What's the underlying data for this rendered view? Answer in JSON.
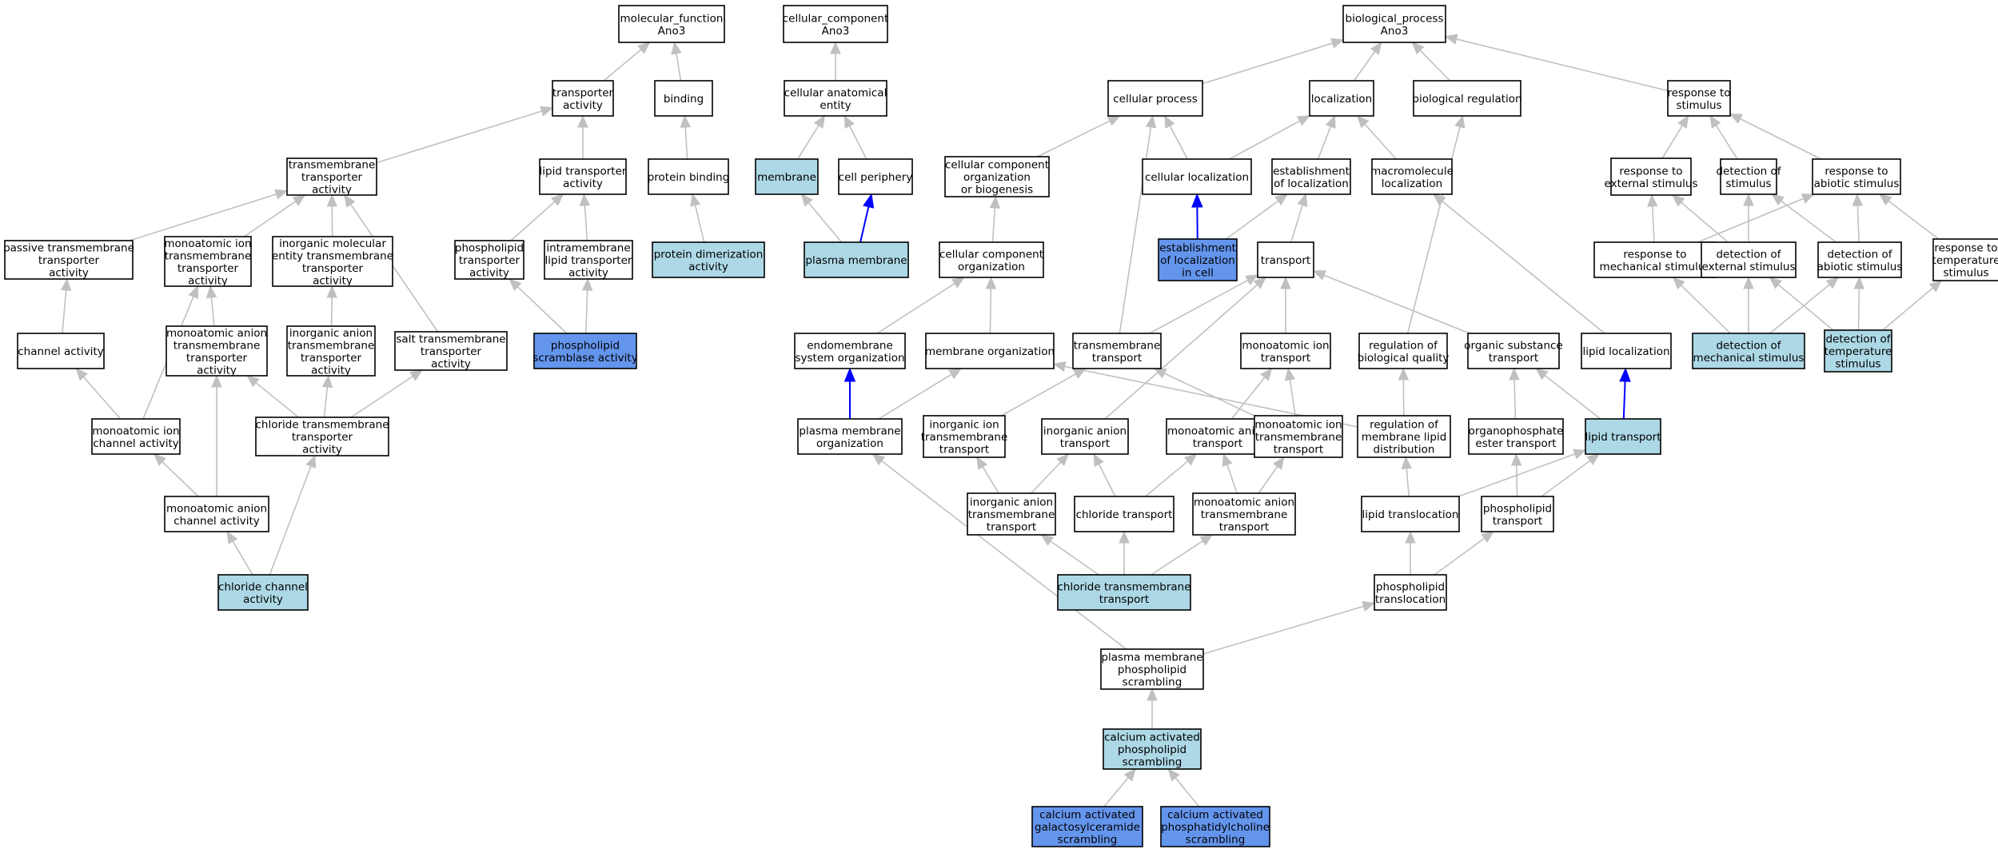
{
  "colors": {
    "plain": "#ffffff",
    "light": "#add8e6",
    "annotated": "#6495ed",
    "edge": "#c0c0c0",
    "edge_strong": "#0000ff",
    "border": "#000000"
  },
  "nodes": [
    {
      "id": "mf",
      "lines": [
        "molecular_function",
        "Ano3"
      ],
      "fill": "plain"
    },
    {
      "id": "cc",
      "lines": [
        "cellular_component",
        "Ano3"
      ],
      "fill": "plain"
    },
    {
      "id": "bp",
      "lines": [
        "biological_process",
        "Ano3"
      ],
      "fill": "plain"
    },
    {
      "id": "transporter_activity",
      "lines": [
        "transporter",
        "activity"
      ],
      "fill": "plain"
    },
    {
      "id": "binding",
      "lines": [
        "binding"
      ],
      "fill": "plain"
    },
    {
      "id": "cell_anatomical_entity",
      "lines": [
        "cellular anatomical",
        "entity"
      ],
      "fill": "plain"
    },
    {
      "id": "cellular_process",
      "lines": [
        "cellular process"
      ],
      "fill": "plain"
    },
    {
      "id": "localization",
      "lines": [
        "localization"
      ],
      "fill": "plain"
    },
    {
      "id": "biological_regulation",
      "lines": [
        "biological regulation"
      ],
      "fill": "plain"
    },
    {
      "id": "response_to_stimulus",
      "lines": [
        "response to",
        "stimulus"
      ],
      "fill": "plain"
    },
    {
      "id": "tm_transporter_activity",
      "lines": [
        "transmembrane",
        "transporter",
        "activity"
      ],
      "fill": "plain"
    },
    {
      "id": "lipid_transporter_activity",
      "lines": [
        "lipid transporter",
        "activity"
      ],
      "fill": "plain"
    },
    {
      "id": "protein_binding",
      "lines": [
        "protein binding"
      ],
      "fill": "plain"
    },
    {
      "id": "membrane",
      "lines": [
        "membrane"
      ],
      "fill": "light"
    },
    {
      "id": "cell_periphery",
      "lines": [
        "cell periphery"
      ],
      "fill": "plain"
    },
    {
      "id": "cc_org_biogenesis",
      "lines": [
        "cellular component",
        "organization",
        "or biogenesis"
      ],
      "fill": "plain"
    },
    {
      "id": "cellular_localization",
      "lines": [
        "cellular localization"
      ],
      "fill": "plain"
    },
    {
      "id": "establishment_of_localization",
      "lines": [
        "establishment",
        "of localization"
      ],
      "fill": "plain"
    },
    {
      "id": "macromolecule_localization",
      "lines": [
        "macromolecule",
        "localization"
      ],
      "fill": "plain"
    },
    {
      "id": "response_external",
      "lines": [
        "response to",
        "external stimulus"
      ],
      "fill": "plain"
    },
    {
      "id": "detection_of_stimulus",
      "lines": [
        "detection of",
        "stimulus"
      ],
      "fill": "plain"
    },
    {
      "id": "response_abiotic",
      "lines": [
        "response to",
        "abiotic stimulus"
      ],
      "fill": "plain"
    },
    {
      "id": "passive_tm_transporter",
      "lines": [
        "passive transmembrane",
        "transporter",
        "activity"
      ],
      "fill": "plain"
    },
    {
      "id": "monoatomic_ion_tm_transporter",
      "lines": [
        "monoatomic ion",
        "transmembrane",
        "transporter",
        "activity"
      ],
      "fill": "plain"
    },
    {
      "id": "inorganic_molecular_tm_transporter",
      "lines": [
        "inorganic molecular",
        "entity transmembrane",
        "transporter",
        "activity"
      ],
      "fill": "plain"
    },
    {
      "id": "phospholipid_transporter_activity",
      "lines": [
        "phospholipid",
        "transporter",
        "activity"
      ],
      "fill": "plain"
    },
    {
      "id": "intramembrane_lipid_transporter",
      "lines": [
        "intramembrane",
        "lipid transporter",
        "activity"
      ],
      "fill": "plain"
    },
    {
      "id": "protein_dimerization",
      "lines": [
        "protein dimerization",
        "activity"
      ],
      "fill": "light"
    },
    {
      "id": "plasma_membrane",
      "lines": [
        "plasma membrane"
      ],
      "fill": "light"
    },
    {
      "id": "cc_organization",
      "lines": [
        "cellular component",
        "organization"
      ],
      "fill": "plain"
    },
    {
      "id": "establishment_in_cell",
      "lines": [
        "establishment",
        "of localization",
        "in cell"
      ],
      "fill": "annotated"
    },
    {
      "id": "transport",
      "lines": [
        "transport"
      ],
      "fill": "plain"
    },
    {
      "id": "response_mechanical",
      "lines": [
        "response to",
        "mechanical stimulus"
      ],
      "fill": "plain"
    },
    {
      "id": "detection_external",
      "lines": [
        "detection of",
        "external stimulus"
      ],
      "fill": "plain"
    },
    {
      "id": "detection_abiotic",
      "lines": [
        "detection of",
        "abiotic stimulus"
      ],
      "fill": "plain"
    },
    {
      "id": "response_temperature",
      "lines": [
        "response to",
        "temperature",
        "stimulus"
      ],
      "fill": "plain"
    },
    {
      "id": "channel_activity",
      "lines": [
        "channel activity"
      ],
      "fill": "plain"
    },
    {
      "id": "monoatomic_anion_tm_transporter",
      "lines": [
        "monoatomic anion",
        "transmembrane",
        "transporter",
        "activity"
      ],
      "fill": "plain"
    },
    {
      "id": "inorganic_anion_tm_transporter",
      "lines": [
        "inorganic anion",
        "transmembrane",
        "transporter",
        "activity"
      ],
      "fill": "plain"
    },
    {
      "id": "salt_tm_transporter",
      "lines": [
        "salt transmembrane",
        "transporter",
        "activity"
      ],
      "fill": "plain"
    },
    {
      "id": "phospholipid_scramblase",
      "lines": [
        "phospholipid",
        "scramblase activity"
      ],
      "fill": "annotated"
    },
    {
      "id": "endomembrane_org",
      "lines": [
        "endomembrane",
        "system organization"
      ],
      "fill": "plain"
    },
    {
      "id": "membrane_org",
      "lines": [
        "membrane organization"
      ],
      "fill": "plain"
    },
    {
      "id": "tm_transport",
      "lines": [
        "transmembrane",
        "transport"
      ],
      "fill": "plain"
    },
    {
      "id": "monoatomic_ion_transport",
      "lines": [
        "monoatomic ion",
        "transport"
      ],
      "fill": "plain"
    },
    {
      "id": "regulation_biological_quality",
      "lines": [
        "regulation of",
        "biological quality"
      ],
      "fill": "plain"
    },
    {
      "id": "organic_substance_transport",
      "lines": [
        "organic substance",
        "transport"
      ],
      "fill": "plain"
    },
    {
      "id": "lipid_localization",
      "lines": [
        "lipid localization"
      ],
      "fill": "plain"
    },
    {
      "id": "detection_mechanical",
      "lines": [
        "detection of",
        "mechanical stimulus"
      ],
      "fill": "light"
    },
    {
      "id": "detection_temperature",
      "lines": [
        "detection of",
        "temperature",
        "stimulus"
      ],
      "fill": "light"
    },
    {
      "id": "monoatomic_ion_channel",
      "lines": [
        "monoatomic ion",
        "channel activity"
      ],
      "fill": "plain"
    },
    {
      "id": "chloride_tm_transporter",
      "lines": [
        "chloride transmembrane",
        "transporter",
        "activity"
      ],
      "fill": "plain"
    },
    {
      "id": "pm_organization",
      "lines": [
        "plasma membrane",
        "organization"
      ],
      "fill": "plain"
    },
    {
      "id": "inorganic_ion_tm_transport",
      "lines": [
        "inorganic ion",
        "transmembrane",
        "transport"
      ],
      "fill": "plain"
    },
    {
      "id": "inorganic_anion_transport",
      "lines": [
        "inorganic anion",
        "transport"
      ],
      "fill": "plain"
    },
    {
      "id": "monoatomic_anion_transport",
      "lines": [
        "monoatomic anion",
        "transport"
      ],
      "fill": "plain"
    },
    {
      "id": "monoatomic_ion_tm_transport",
      "lines": [
        "monoatomic ion",
        "transmembrane",
        "transport"
      ],
      "fill": "plain"
    },
    {
      "id": "regulation_membrane_lipid",
      "lines": [
        "regulation of",
        "membrane lipid",
        "distribution"
      ],
      "fill": "plain"
    },
    {
      "id": "organophosphate_transport",
      "lines": [
        "organophosphate",
        "ester transport"
      ],
      "fill": "plain"
    },
    {
      "id": "lipid_transport",
      "lines": [
        "lipid transport"
      ],
      "fill": "light"
    },
    {
      "id": "monoatomic_anion_channel",
      "lines": [
        "monoatomic anion",
        "channel activity"
      ],
      "fill": "plain"
    },
    {
      "id": "inorganic_anion_tm_transport",
      "lines": [
        "inorganic anion",
        "transmembrane",
        "transport"
      ],
      "fill": "plain"
    },
    {
      "id": "chloride_transport",
      "lines": [
        "chloride transport"
      ],
      "fill": "plain"
    },
    {
      "id": "monoatomic_anion_tm_transport",
      "lines": [
        "monoatomic anion",
        "transmembrane",
        "transport"
      ],
      "fill": "plain"
    },
    {
      "id": "lipid_translocation",
      "lines": [
        "lipid translocation"
      ],
      "fill": "plain"
    },
    {
      "id": "phospholipid_transport",
      "lines": [
        "phospholipid",
        "transport"
      ],
      "fill": "plain"
    },
    {
      "id": "chloride_channel",
      "lines": [
        "chloride channel",
        "activity"
      ],
      "fill": "light"
    },
    {
      "id": "chloride_tm_transport",
      "lines": [
        "chloride transmembrane",
        "transport"
      ],
      "fill": "light"
    },
    {
      "id": "phospholipid_translocation",
      "lines": [
        "phospholipid",
        "translocation"
      ],
      "fill": "plain"
    },
    {
      "id": "pm_phospholipid_scrambling",
      "lines": [
        "plasma membrane",
        "phospholipid",
        "scrambling"
      ],
      "fill": "plain"
    },
    {
      "id": "ca_phospholipid_scrambling",
      "lines": [
        "calcium activated",
        "phospholipid",
        "scrambling"
      ],
      "fill": "light"
    },
    {
      "id": "ca_galactosylceramide",
      "lines": [
        "calcium activated",
        "galactosylceramide",
        "scrambling"
      ],
      "fill": "annotated"
    },
    {
      "id": "ca_phosphatidylcholine",
      "lines": [
        "calcium activated",
        "phosphatidylcholine",
        "scrambling"
      ],
      "fill": "annotated"
    }
  ],
  "edges": [
    [
      "transporter_activity",
      "mf",
      "grey"
    ],
    [
      "binding",
      "mf",
      "grey"
    ],
    [
      "tm_transporter_activity",
      "transporter_activity",
      "grey"
    ],
    [
      "lipid_transporter_activity",
      "transporter_activity",
      "grey"
    ],
    [
      "protein_binding",
      "binding",
      "grey"
    ],
    [
      "protein_dimerization",
      "protein_binding",
      "grey"
    ],
    [
      "passive_tm_transporter",
      "tm_transporter_activity",
      "grey"
    ],
    [
      "monoatomic_ion_tm_transporter",
      "tm_transporter_activity",
      "grey"
    ],
    [
      "inorganic_molecular_tm_transporter",
      "tm_transporter_activity",
      "grey"
    ],
    [
      "salt_tm_transporter",
      "tm_transporter_activity",
      "grey"
    ],
    [
      "phospholipid_transporter_activity",
      "lipid_transporter_activity",
      "grey"
    ],
    [
      "intramembrane_lipid_transporter",
      "lipid_transporter_activity",
      "grey"
    ],
    [
      "phospholipid_scramblase",
      "phospholipid_transporter_activity",
      "grey"
    ],
    [
      "phospholipid_scramblase",
      "intramembrane_lipid_transporter",
      "grey"
    ],
    [
      "channel_activity",
      "passive_tm_transporter",
      "grey"
    ],
    [
      "monoatomic_anion_tm_transporter",
      "monoatomic_ion_tm_transporter",
      "grey"
    ],
    [
      "inorganic_anion_tm_transporter",
      "inorganic_molecular_tm_transporter",
      "grey"
    ],
    [
      "monoatomic_ion_channel",
      "channel_activity",
      "grey"
    ],
    [
      "monoatomic_ion_channel",
      "monoatomic_ion_tm_transporter",
      "grey"
    ],
    [
      "chloride_tm_transporter",
      "monoatomic_anion_tm_transporter",
      "grey"
    ],
    [
      "chloride_tm_transporter",
      "inorganic_anion_tm_transporter",
      "grey"
    ],
    [
      "chloride_tm_transporter",
      "salt_tm_transporter",
      "grey"
    ],
    [
      "monoatomic_anion_channel",
      "monoatomic_ion_channel",
      "grey"
    ],
    [
      "monoatomic_anion_channel",
      "monoatomic_anion_tm_transporter",
      "grey"
    ],
    [
      "chloride_channel",
      "monoatomic_anion_channel",
      "grey"
    ],
    [
      "chloride_channel",
      "chloride_tm_transporter",
      "grey"
    ],
    [
      "cell_anatomical_entity",
      "cc",
      "grey"
    ],
    [
      "membrane",
      "cell_anatomical_entity",
      "grey"
    ],
    [
      "cell_periphery",
      "cell_anatomical_entity",
      "grey"
    ],
    [
      "plasma_membrane",
      "membrane",
      "grey"
    ],
    [
      "plasma_membrane",
      "cell_periphery",
      "blue"
    ],
    [
      "cellular_process",
      "bp",
      "grey"
    ],
    [
      "localization",
      "bp",
      "grey"
    ],
    [
      "biological_regulation",
      "bp",
      "grey"
    ],
    [
      "response_to_stimulus",
      "bp",
      "grey"
    ],
    [
      "cc_org_biogenesis",
      "cellular_process",
      "grey"
    ],
    [
      "cellular_localization",
      "cellular_process",
      "grey"
    ],
    [
      "cellular_localization",
      "localization",
      "grey"
    ],
    [
      "establishment_of_localization",
      "localization",
      "grey"
    ],
    [
      "macromolecule_localization",
      "localization",
      "grey"
    ],
    [
      "response_external",
      "response_to_stimulus",
      "grey"
    ],
    [
      "detection_of_stimulus",
      "response_to_stimulus",
      "grey"
    ],
    [
      "response_abiotic",
      "response_to_stimulus",
      "grey"
    ],
    [
      "cc_organization",
      "cc_org_biogenesis",
      "grey"
    ],
    [
      "establishment_in_cell",
      "cellular_localization",
      "blue"
    ],
    [
      "establishment_in_cell",
      "establishment_of_localization",
      "grey"
    ],
    [
      "transport",
      "establishment_of_localization",
      "grey"
    ],
    [
      "response_mechanical",
      "response_external",
      "grey"
    ],
    [
      "response_mechanical",
      "response_abiotic",
      "grey"
    ],
    [
      "detection_external",
      "response_external",
      "grey"
    ],
    [
      "detection_external",
      "detection_of_stimulus",
      "grey"
    ],
    [
      "detection_abiotic",
      "detection_of_stimulus",
      "grey"
    ],
    [
      "detection_abiotic",
      "response_abiotic",
      "grey"
    ],
    [
      "response_temperature",
      "response_abiotic",
      "grey"
    ],
    [
      "endomembrane_org",
      "cc_organization",
      "grey"
    ],
    [
      "membrane_org",
      "cc_organization",
      "grey"
    ],
    [
      "tm_transport",
      "transport",
      "grey"
    ],
    [
      "tm_transport",
      "cellular_process",
      "grey"
    ],
    [
      "monoatomic_ion_transport",
      "transport",
      "grey"
    ],
    [
      "organic_substance_transport",
      "transport",
      "grey"
    ],
    [
      "regulation_biological_quality",
      "biological_regulation",
      "grey"
    ],
    [
      "lipid_localization",
      "macromolecule_localization",
      "grey"
    ],
    [
      "detection_mechanical",
      "response_mechanical",
      "grey"
    ],
    [
      "detection_mechanical",
      "detection_external",
      "grey"
    ],
    [
      "detection_mechanical",
      "detection_abiotic",
      "grey"
    ],
    [
      "detection_temperature",
      "detection_external",
      "grey"
    ],
    [
      "detection_temperature",
      "detection_abiotic",
      "grey"
    ],
    [
      "detection_temperature",
      "response_temperature",
      "grey"
    ],
    [
      "pm_organization",
      "endomembrane_org",
      "blue"
    ],
    [
      "pm_organization",
      "membrane_org",
      "grey"
    ],
    [
      "inorganic_ion_tm_transport",
      "tm_transport",
      "grey"
    ],
    [
      "inorganic_anion_transport",
      "transport",
      "grey"
    ],
    [
      "monoatomic_anion_transport",
      "monoatomic_ion_transport",
      "grey"
    ],
    [
      "monoatomic_ion_tm_transport",
      "monoatomic_ion_transport",
      "grey"
    ],
    [
      "monoatomic_ion_tm_transport",
      "tm_transport",
      "grey"
    ],
    [
      "regulation_membrane_lipid",
      "regulation_biological_quality",
      "grey"
    ],
    [
      "regulation_membrane_lipid",
      "membrane_org",
      "grey"
    ],
    [
      "organophosphate_transport",
      "organic_substance_transport",
      "grey"
    ],
    [
      "lipid_transport",
      "organic_substance_transport",
      "grey"
    ],
    [
      "lipid_transport",
      "lipid_localization",
      "blue"
    ],
    [
      "inorganic_anion_tm_transport",
      "inorganic_ion_tm_transport",
      "grey"
    ],
    [
      "inorganic_anion_tm_transport",
      "inorganic_anion_transport",
      "grey"
    ],
    [
      "chloride_transport",
      "inorganic_anion_transport",
      "grey"
    ],
    [
      "chloride_transport",
      "monoatomic_anion_transport",
      "grey"
    ],
    [
      "monoatomic_anion_tm_transport",
      "monoatomic_anion_transport",
      "grey"
    ],
    [
      "monoatomic_anion_tm_transport",
      "monoatomic_ion_tm_transport",
      "grey"
    ],
    [
      "lipid_translocation",
      "regulation_membrane_lipid",
      "grey"
    ],
    [
      "lipid_translocation",
      "lipid_transport",
      "grey"
    ],
    [
      "phospholipid_transport",
      "organophosphate_transport",
      "grey"
    ],
    [
      "phospholipid_transport",
      "lipid_transport",
      "grey"
    ],
    [
      "chloride_tm_transport",
      "inorganic_anion_tm_transport",
      "grey"
    ],
    [
      "chloride_tm_transport",
      "chloride_transport",
      "grey"
    ],
    [
      "chloride_tm_transport",
      "monoatomic_anion_tm_transport",
      "grey"
    ],
    [
      "phospholipid_translocation",
      "lipid_translocation",
      "grey"
    ],
    [
      "phospholipid_translocation",
      "phospholipid_transport",
      "grey"
    ],
    [
      "pm_phospholipid_scrambling",
      "pm_organization",
      "grey"
    ],
    [
      "pm_phospholipid_scrambling",
      "phospholipid_translocation",
      "grey"
    ],
    [
      "ca_phospholipid_scrambling",
      "pm_phospholipid_scrambling",
      "grey"
    ],
    [
      "ca_galactosylceramide",
      "ca_phospholipid_scrambling",
      "grey"
    ],
    [
      "ca_phosphatidylcholine",
      "ca_phospholipid_scrambling",
      "grey"
    ]
  ]
}
